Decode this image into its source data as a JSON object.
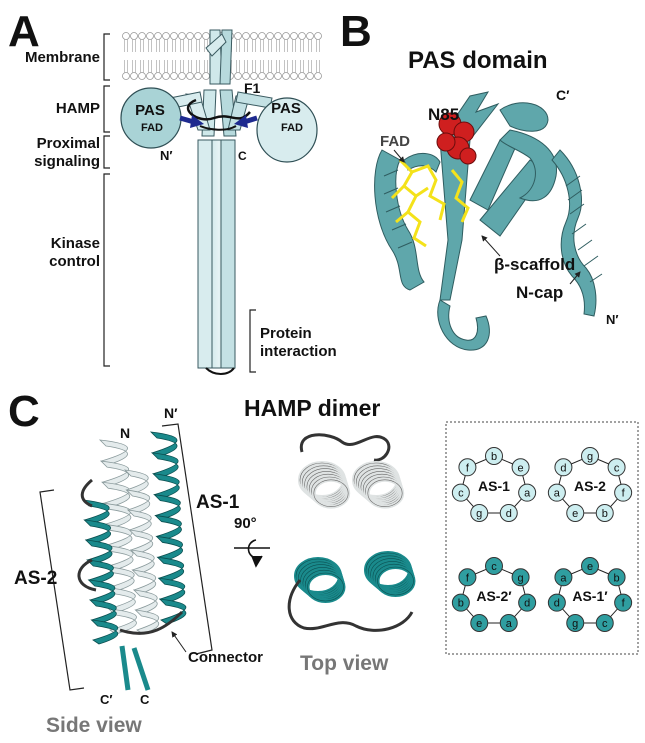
{
  "panels": {
    "a": {
      "letter": "A",
      "regions": [
        "Membrane",
        "HAMP",
        "Proximal",
        "signaling",
        "Kinase",
        "control"
      ],
      "protein_label": [
        "Protein",
        "interaction"
      ],
      "pas_left": {
        "title": "PAS",
        "sub": "FAD"
      },
      "pas_right": {
        "title": "PAS",
        "sub": "FAD"
      },
      "f1_label": "F1",
      "n_prime": "N′",
      "c_label": "C"
    },
    "b": {
      "letter": "B",
      "title": "PAS domain",
      "fad": "FAD",
      "n85": "N85",
      "c_prime": "C′",
      "beta_scaffold": "β-scaffold",
      "ncap": "N-cap",
      "n_prime": "N′"
    },
    "c": {
      "letter": "C",
      "title": "HAMP dimer",
      "n_prime": "N′",
      "n": "N",
      "as1": "AS-1",
      "as2": "AS-2",
      "rotation": "90°",
      "connector": "Connector",
      "c_prime": "C′",
      "c": "C",
      "side_view": "Side view",
      "top_view": "Top view",
      "wheels": [
        {
          "name": "AS-1",
          "letters": [
            "b",
            "e",
            "a",
            "d",
            "g",
            "c",
            "f"
          ]
        },
        {
          "name": "AS-2",
          "letters": [
            "g",
            "c",
            "f",
            "b",
            "e",
            "a",
            "d"
          ]
        },
        {
          "name": "AS-2′",
          "letters": [
            "c",
            "g",
            "d",
            "a",
            "e",
            "b",
            "f"
          ]
        },
        {
          "name": "AS-1′",
          "letters": [
            "e",
            "b",
            "f",
            "c",
            "g",
            "d",
            "a"
          ]
        }
      ]
    }
  },
  "colors": {
    "teal": "#1a8a8c",
    "light_teal": "#a9d3d6",
    "cartoon_teal": "#5fa7ab",
    "fad_yellow": "#f4e21a",
    "n85_red": "#cf1f1f",
    "arrow_blue": "#1e2a8f",
    "gray_text": "#777777"
  }
}
